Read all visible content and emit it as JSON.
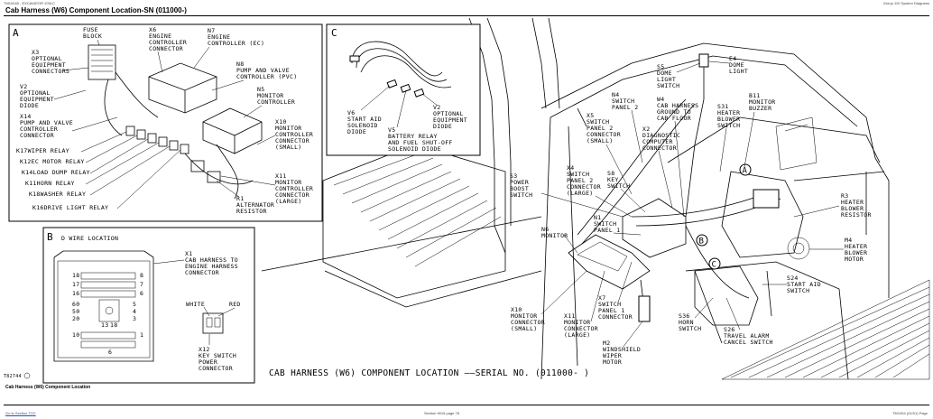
{
  "header": {
    "left": "TM10045 - EXCAVATOR 200LC",
    "right": "Group 110 System Diagrams",
    "title": "Cab Harness (W6) Component Location-SN (011000-)"
  },
  "caption": "Cab Harness (W6) Component Location",
  "footer": {
    "left": "Go to Section TOC",
    "middle": "Section 9015 page 78",
    "right": "TM1004 (01/01) Page"
  },
  "drawing_id": "T82744",
  "main_caption": "CAB HARNESS (W6) COMPONENT LOCATION ——SERIAL NO. (011000-   )",
  "panel_a": {
    "letter": "A",
    "fuse_block": [
      "FUSE",
      "BLOCK"
    ],
    "x6": [
      "X6",
      "ENGINE",
      "CONTROLLER",
      "CONNECTOR"
    ],
    "n7": [
      "N7",
      "ENGINE",
      "CONTROLLER (EC)"
    ],
    "x3": [
      "X3",
      "OPTIONAL",
      "EQUIPMENT",
      "CONNECTORS"
    ],
    "n8": [
      "N8",
      "PUMP AND VALVE",
      "CONTROLLER (PVC)"
    ],
    "v2": [
      "V2",
      "OPTIONAL",
      "EQUIPMENT",
      "DIODE"
    ],
    "n5": [
      "N5",
      "MONITOR",
      "CONTROLLER"
    ],
    "x14": [
      "X14",
      "PUMP AND VALVE",
      "CONTROLLER",
      "CONNECTOR"
    ],
    "x10": [
      "X10",
      "MONITOR",
      "CONTROLLER",
      "CONNECTOR",
      "(SMALL)"
    ],
    "k17": "K17WIPER RELAY",
    "k12": "K12EC MOTOR RELAY",
    "k14": "K14LOAD DUMP RELAY",
    "k11": "K11HORN RELAY",
    "k18": "K18WASHER RELAY",
    "k16": "K16DRIVE LIGHT RELAY",
    "x11": [
      "X11",
      "MONITOR",
      "CONTROLLER",
      "CONNECTOR",
      "(LARGE)"
    ],
    "r1": [
      "R1",
      "ALTERNATOR",
      "RESISTOR"
    ]
  },
  "panel_b": {
    "letter": "B",
    "wire_location": "D WIRE LOCATION",
    "x1": [
      "X1",
      "CAB HARNESS TO",
      "ENGINE HARNESS",
      "CONNECTOR"
    ],
    "white": "WHITE",
    "red": "RED",
    "x12": [
      "X12",
      "KEY SWITCH",
      "POWER",
      "CONNECTOR"
    ],
    "pin_rows": [
      [
        "18",
        "",
        "",
        "",
        "",
        "",
        "",
        "",
        "8"
      ],
      [
        "17",
        "",
        "",
        "",
        "",
        "",
        "",
        "",
        "7"
      ],
      [
        "16",
        "",
        "",
        "",
        "",
        "",
        "",
        "",
        "6"
      ],
      [
        "60",
        "",
        "",
        "",
        "",
        "",
        "",
        "",
        "5"
      ],
      [
        "50",
        "",
        "",
        "",
        "",
        "",
        "",
        "",
        "4"
      ],
      [
        "20",
        "",
        "",
        "",
        "",
        "",
        "",
        "",
        "3"
      ],
      [
        "10",
        "",
        "",
        "",
        "",
        "",
        "",
        "",
        "1"
      ]
    ],
    "pin_mid": [
      "13",
      "18"
    ],
    "pin_bottom": "6"
  },
  "panel_c": {
    "letter": "C",
    "v6": [
      "V6",
      "START AID",
      "SOLENOID",
      "DIODE"
    ],
    "v2": [
      "V2",
      "OPTIONAL",
      "EQUIPMENT",
      "DIODE"
    ],
    "v5": [
      "V5",
      "BATTERY RELAY",
      "AND FUEL SHUT-OFF",
      "SOLENOID DIODE"
    ]
  },
  "cab": {
    "s5": [
      "S5",
      "DOME",
      "LIGHT",
      "SWITCH"
    ],
    "e4": [
      "E4",
      "DOME",
      "LIGHT"
    ],
    "n4": [
      "N4",
      "SWITCH",
      "PANEL 2"
    ],
    "w4": [
      "W4",
      "CAB HARNESS",
      "GROUND TO",
      "CAB FLOOR"
    ],
    "s31": [
      "S31",
      "HEATER",
      "BLOWER",
      "SWITCH"
    ],
    "b11": [
      "B11",
      "MONITOR",
      "BUZZER"
    ],
    "x5": [
      "X5",
      "SWITCH",
      "PANEL 2",
      "CONNECTOR",
      "(SMALL)"
    ],
    "x2": [
      "X2",
      "DIAGNOSTIC",
      "COMPUTER",
      "CONNECTOR"
    ],
    "x4": [
      "X4",
      "SWITCH",
      "PANEL 2",
      "CONNECTOR",
      "(LARGE)"
    ],
    "s8": [
      "S8",
      "KEY",
      "SWITCH"
    ],
    "s3": [
      "S3",
      "POWER",
      "BOOST",
      "SWITCH"
    ],
    "r3": [
      "R3",
      "HEATER",
      "BLOWER",
      "RESISTOR"
    ],
    "n1": [
      "N1",
      "SWITCH",
      "PANEL 1"
    ],
    "n6": [
      "N6",
      "MONITOR"
    ],
    "m4": [
      "M4",
      "HEATER",
      "BLOWER",
      "MOTOR"
    ],
    "s24": [
      "S24",
      "START AID",
      "SWITCH"
    ],
    "x10": [
      "X10",
      "MONITOR",
      "CONNECTOR",
      "(SMALL)"
    ],
    "x11": [
      "X11",
      "MONITOR",
      "CONNECTOR",
      "(LARGE)"
    ],
    "x7": [
      "X7",
      "SWITCH",
      "PANEL 1",
      "CONNECTOR"
    ],
    "s36": [
      "S36",
      "HORN",
      "SWITCH"
    ],
    "s26": [
      "S26",
      "TRAVEL ALARM",
      "CANCEL SWITCH"
    ],
    "m2": [
      "M2",
      "WINDSHIELD",
      "WIPER",
      "MOTOR"
    ],
    "callouts": [
      "A",
      "B",
      "C"
    ]
  }
}
